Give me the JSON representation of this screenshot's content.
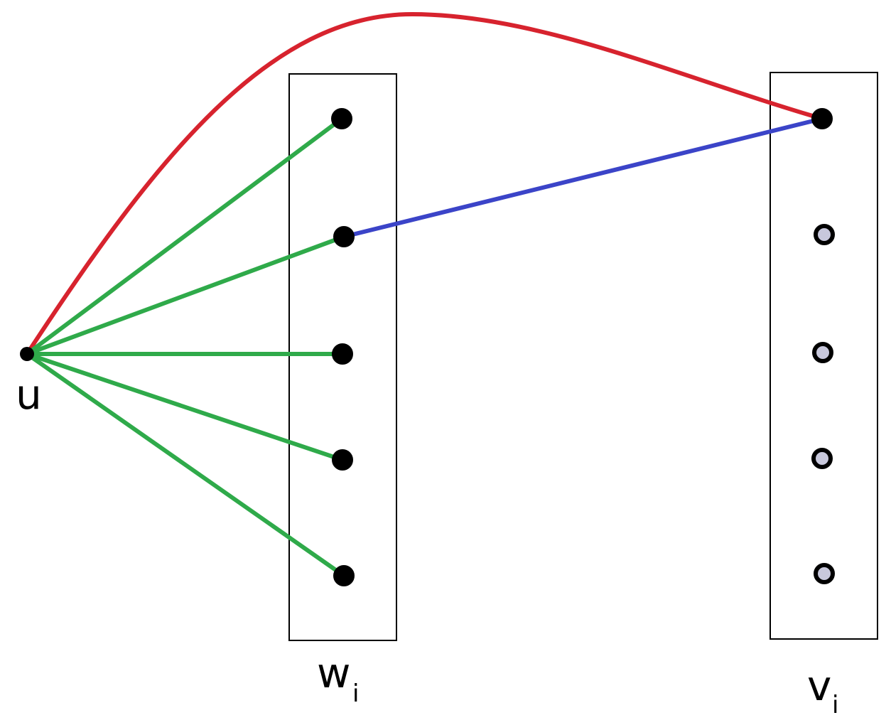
{
  "labels": {
    "u": "u",
    "w_main": "w",
    "w_sub": "i",
    "v_main": "v",
    "v_sub": "i"
  },
  "colors": {
    "red_edge": "#d7232e",
    "green_edge": "#2faa4a",
    "blue_edge": "#3b44c8",
    "vertex_fill_w": "#000000",
    "vertex_fill_v": "#c8c8dc",
    "box_stroke": "#000000"
  },
  "graph": {
    "vertices": {
      "u": {
        "group": "u"
      },
      "w": [
        {
          "id": "w1"
        },
        {
          "id": "w2"
        },
        {
          "id": "w3"
        },
        {
          "id": "w4"
        },
        {
          "id": "w5"
        }
      ],
      "v": [
        {
          "id": "v1"
        },
        {
          "id": "v2"
        },
        {
          "id": "v3"
        },
        {
          "id": "v4"
        },
        {
          "id": "v5"
        }
      ]
    },
    "edges": [
      {
        "from": "u",
        "to": "v1",
        "color": "red"
      },
      {
        "from": "w2",
        "to": "v1",
        "color": "blue"
      },
      {
        "from": "u",
        "to": "w1",
        "color": "green"
      },
      {
        "from": "u",
        "to": "w2",
        "color": "green"
      },
      {
        "from": "u",
        "to": "w3",
        "color": "green"
      },
      {
        "from": "u",
        "to": "w4",
        "color": "green"
      },
      {
        "from": "u",
        "to": "w5",
        "color": "green"
      }
    ]
  }
}
